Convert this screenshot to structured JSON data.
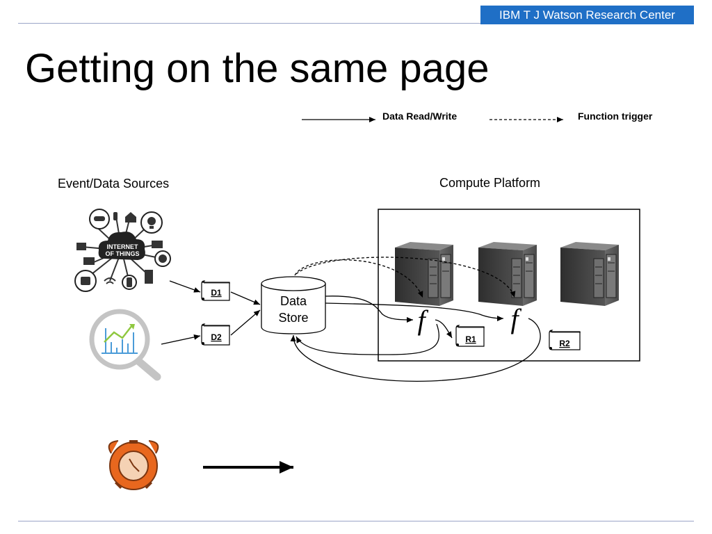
{
  "header": {
    "org": "IBM T J Watson Research Center"
  },
  "slide": {
    "title": "Getting on the same page"
  },
  "legend": {
    "solid_label": "Data Read/Write",
    "dashed_label": "Function trigger"
  },
  "sections": {
    "sources": "Event/Data Sources",
    "platform": "Compute Platform"
  },
  "iot": {
    "line1": "INTERNET",
    "line2": "OF THINGS"
  },
  "nodes": {
    "d1": "D1",
    "d2": "D2",
    "store_line1": "Data",
    "store_line2": "Store",
    "f1": "f",
    "f2": "f",
    "r1": "R1",
    "r2": "R2"
  },
  "icons": {
    "iot": "iot-cloud-icon",
    "analytics": "analytics-magnifier-icon",
    "clock": "alarm-clock-icon",
    "server": "server-tower-icon"
  },
  "colors": {
    "brand": "#1f6fc6",
    "clock": "#e8671e",
    "magnifier": "#bfbfbf",
    "chart": "#4a9bd8",
    "chart_trend": "#8fc83f"
  }
}
